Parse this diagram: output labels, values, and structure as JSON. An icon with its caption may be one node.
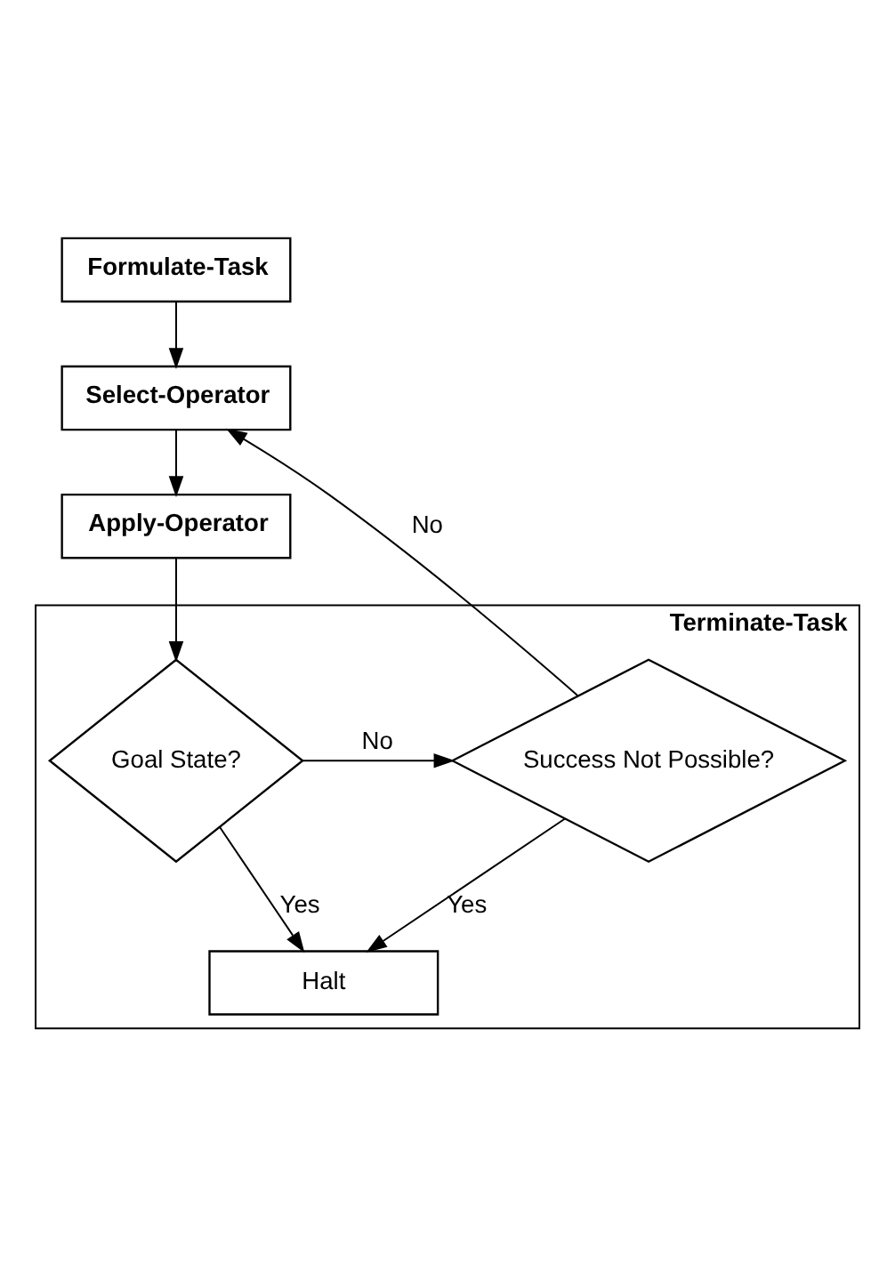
{
  "diagram": {
    "nodes": [
      {
        "text": [
          "Formulate-Task"
        ]
      },
      {
        "text": [
          "Select-Operator"
        ]
      },
      {
        "text": [
          "Apply-Operator"
        ]
      },
      {
        "text": [
          "Terminate-Task"
        ]
      },
      {
        "text": [
          "Goal State?"
        ],
        "in": 3
      },
      {
        "text": [
          "Success Not Possible?"
        ],
        "in": 3
      },
      {
        "text": [
          "Halt"
        ],
        "in": 3
      }
    ],
    "edges": [
      {
        "from": 0,
        "to": 1,
        "arrow": "to"
      },
      {
        "from": 1,
        "to": 2,
        "arrow": "to"
      },
      {
        "from": 2,
        "to": 4,
        "arrow": "to"
      },
      {
        "from": 4,
        "to": 5,
        "label": "No",
        "arrow": "to"
      },
      {
        "from": 5,
        "to": 1,
        "label": "No",
        "arrow": "to"
      },
      {
        "from": 4,
        "to": 6,
        "label": "Yes",
        "arrow": "to"
      },
      {
        "from": 5,
        "to": 6,
        "label": "Yes",
        "arrow": "to"
      }
    ]
  }
}
